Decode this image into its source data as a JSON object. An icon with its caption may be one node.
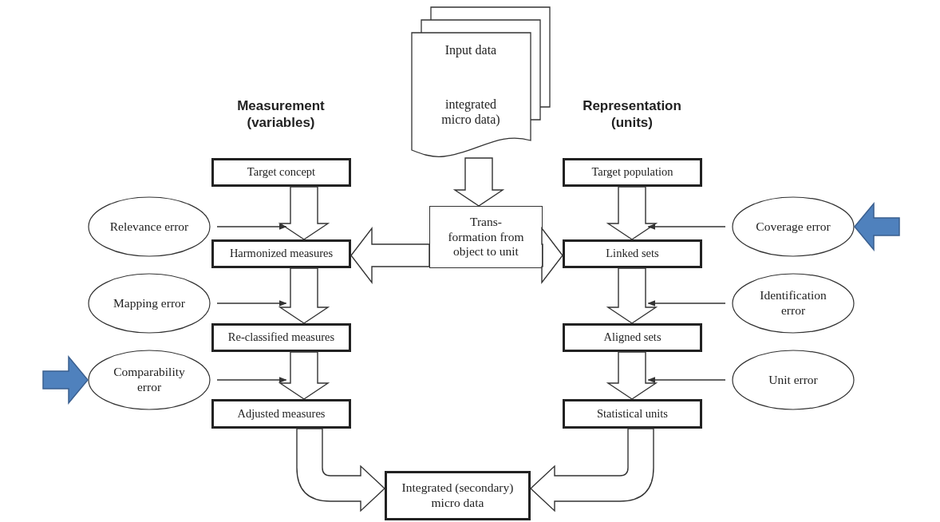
{
  "diagram": {
    "nodes": [
      {
        "text": [
          "Input data",
          "integrated micro data)"
        ]
      },
      {
        "text": [
          "Target concept"
        ]
      },
      {
        "text": [
          "Target population"
        ]
      },
      {
        "text": [
          "Relevance error"
        ]
      },
      {
        "text": [
          "Trans- formation from object to unit"
        ]
      },
      {
        "text": [
          "Coverage error"
        ]
      },
      {
        "text": [
          "Harmonized measures"
        ]
      },
      {
        "text": [
          "Linked sets"
        ]
      },
      {
        "text": [
          "Mapping error"
        ]
      },
      {
        "text": [
          "Identification error"
        ]
      },
      {
        "text": [
          "Re-classified measures"
        ]
      },
      {
        "text": [
          "Aligned sets"
        ]
      },
      {
        "text": [
          "Comparability error"
        ]
      },
      {
        "text": [
          "Unit error"
        ]
      },
      {
        "text": [
          "Adjusted measures"
        ]
      },
      {
        "text": [
          "Statistical units"
        ]
      },
      {
        "text": [
          "Integrated (secondary) micro data"
        ]
      }
    ],
    "edges": [
      {
        "from": 0,
        "to": 4,
        "arrow": "to"
      },
      {
        "from": 1,
        "to": 6,
        "arrow": "to"
      },
      {
        "from": 6,
        "to": 10,
        "arrow": "to"
      },
      {
        "from": 10,
        "to": 14,
        "arrow": "to"
      },
      {
        "from": 14,
        "to": 16,
        "arrow": "to"
      },
      {
        "from": 2,
        "to": 7,
        "arrow": "to"
      },
      {
        "from": 7,
        "to": 11,
        "arrow": "to"
      },
      {
        "from": 11,
        "to": 15,
        "arrow": "to"
      },
      {
        "from": 15,
        "to": 16,
        "arrow": "to"
      },
      {
        "from": 4,
        "to": 6,
        "arrow": "to"
      },
      {
        "from": 4,
        "to": 7,
        "arrow": "to"
      },
      {
        "from": 3,
        "to": 6,
        "arrow": "to"
      },
      {
        "from": 8,
        "to": 10,
        "arrow": "to"
      },
      {
        "from": 12,
        "to": 14,
        "arrow": "to"
      },
      {
        "from": 5,
        "to": 7,
        "arrow": "to"
      },
      {
        "from": 9,
        "to": 11,
        "arrow": "to"
      },
      {
        "from": 13,
        "to": 15,
        "arrow": "to"
      },
      {
        "from": null,
        "to": 5,
        "arrow": "to",
        "color": "#4f81bd"
      },
      {
        "from": null,
        "to": 12,
        "arrow": "to",
        "color": "#4f81bd"
      }
    ],
    "labels": [
      "Measurement (variables)",
      "Representation (units)"
    ]
  }
}
